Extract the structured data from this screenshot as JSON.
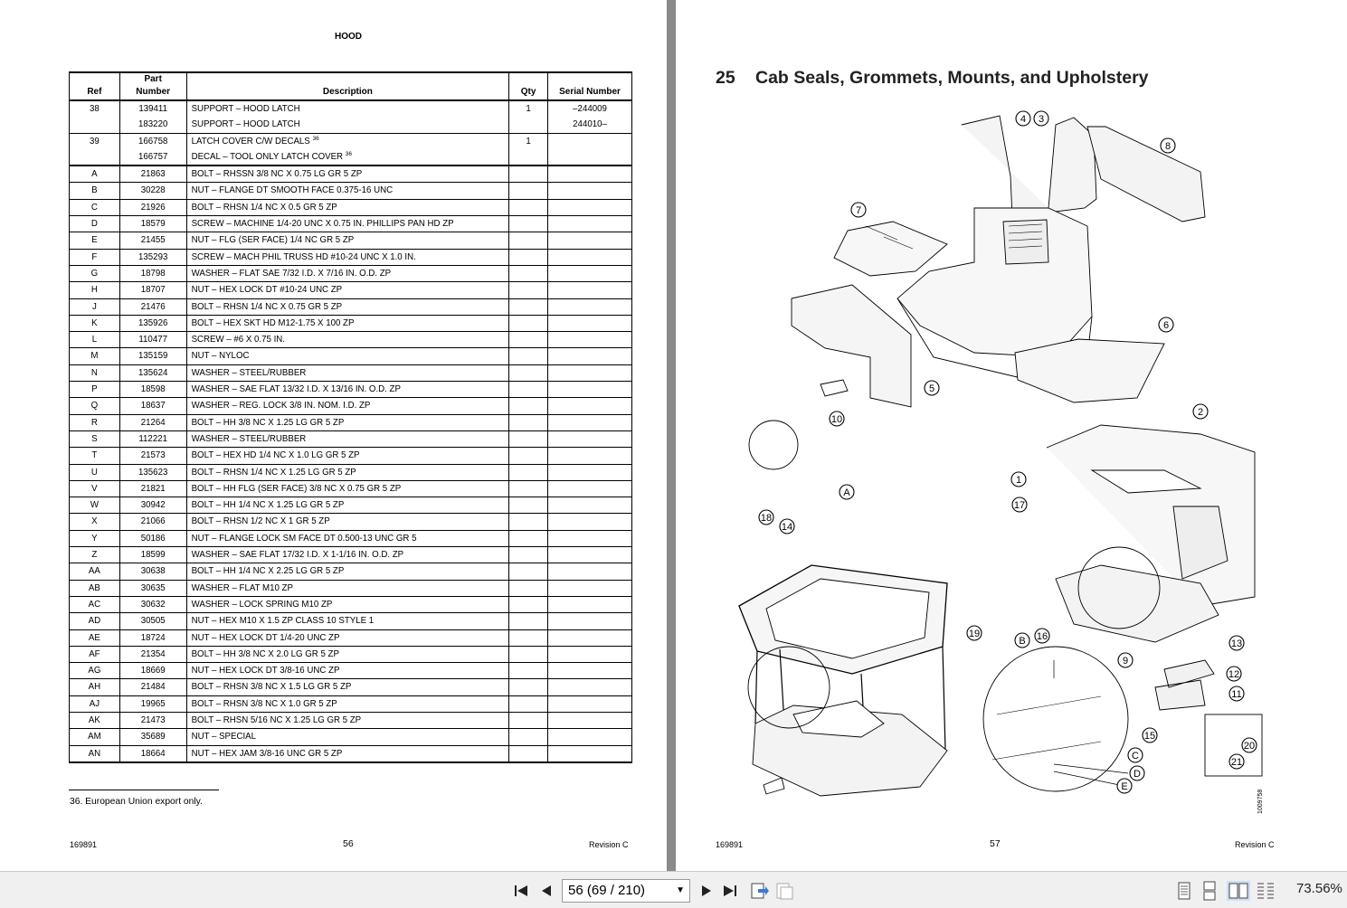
{
  "left_page": {
    "title": "HOOD",
    "headers": {
      "ref": "Ref",
      "part_line1": "Part",
      "part_line2": "Number",
      "description": "Description",
      "qty": "Qty",
      "serial": "Serial Number"
    },
    "rows": [
      {
        "ref": "38",
        "part": "139411",
        "desc": "SUPPORT – HOOD LATCH",
        "qty": "1",
        "serial": "–244009",
        "grp": true
      },
      {
        "ref": "",
        "part": "183220",
        "desc": "SUPPORT – HOOD LATCH",
        "qty": "",
        "serial": "244010–"
      },
      {
        "ref": "39",
        "part": "166758",
        "desc": "LATCH COVER C/W DECALS",
        "fn": "36",
        "qty": "1",
        "serial": "",
        "grp": true
      },
      {
        "ref": "",
        "part": "166757",
        "desc": "DECAL – TOOL ONLY LATCH COVER",
        "fn": "36",
        "qty": "",
        "serial": ""
      },
      {
        "ref": "",
        "part": "",
        "desc": "",
        "qty": "",
        "serial": "",
        "grp": true
      },
      {
        "ref": "A",
        "part": "21863",
        "desc": "BOLT – RHSSN 3/8 NC X 0.75 LG GR 5 ZP",
        "qty": "",
        "serial": "",
        "grp": true
      },
      {
        "ref": "B",
        "part": "30228",
        "desc": "NUT – FLANGE DT SMOOTH FACE 0.375-16 UNC",
        "qty": "",
        "serial": "",
        "grp": true
      },
      {
        "ref": "C",
        "part": "21926",
        "desc": "BOLT – RHSN 1/4 NC X 0.5 GR 5 ZP",
        "qty": "",
        "serial": "",
        "grp": true
      },
      {
        "ref": "D",
        "part": "18579",
        "desc": "SCREW – MACHINE 1/4-20 UNC X 0.75 IN. PHILLIPS PAN HD ZP",
        "qty": "",
        "serial": "",
        "grp": true
      },
      {
        "ref": "E",
        "part": "21455",
        "desc": "NUT – FLG (SER FACE) 1/4 NC GR 5 ZP",
        "qty": "",
        "serial": "",
        "grp": true
      },
      {
        "ref": "F",
        "part": "135293",
        "desc": "SCREW – MACH PHIL TRUSS HD #10-24 UNC X 1.0 IN.",
        "qty": "",
        "serial": "",
        "grp": true
      },
      {
        "ref": "G",
        "part": "18798",
        "desc": "WASHER – FLAT SAE 7/32 I.D. X 7/16 IN. O.D. ZP",
        "qty": "",
        "serial": "",
        "grp": true
      },
      {
        "ref": "H",
        "part": "18707",
        "desc": "NUT – HEX LOCK DT #10-24 UNC ZP",
        "qty": "",
        "serial": "",
        "grp": true
      },
      {
        "ref": "J",
        "part": "21476",
        "desc": "BOLT – RHSN 1/4 NC X 0.75 GR 5 ZP",
        "qty": "",
        "serial": "",
        "grp": true
      },
      {
        "ref": "K",
        "part": "135926",
        "desc": "BOLT – HEX SKT HD M12-1.75 X 100 ZP",
        "qty": "",
        "serial": "",
        "grp": true
      },
      {
        "ref": "L",
        "part": "110477",
        "desc": "SCREW – #6 X 0.75 IN.",
        "qty": "",
        "serial": "",
        "grp": true
      },
      {
        "ref": "M",
        "part": "135159",
        "desc": "NUT – NYLOC",
        "qty": "",
        "serial": "",
        "grp": true
      },
      {
        "ref": "N",
        "part": "135624",
        "desc": "WASHER – STEEL/RUBBER",
        "qty": "",
        "serial": "",
        "grp": true
      },
      {
        "ref": "P",
        "part": "18598",
        "desc": "WASHER – SAE FLAT 13/32 I.D. X 13/16 IN. O.D. ZP",
        "qty": "",
        "serial": "",
        "grp": true
      },
      {
        "ref": "Q",
        "part": "18637",
        "desc": "WASHER – REG. LOCK 3/8 IN. NOM. I.D. ZP",
        "qty": "",
        "serial": "",
        "grp": true
      },
      {
        "ref": "R",
        "part": "21264",
        "desc": "BOLT – HH 3/8 NC X 1.25 LG GR 5 ZP",
        "qty": "",
        "serial": "",
        "grp": true
      },
      {
        "ref": "S",
        "part": "112221",
        "desc": "WASHER – STEEL/RUBBER",
        "qty": "",
        "serial": "",
        "grp": true
      },
      {
        "ref": "T",
        "part": "21573",
        "desc": "BOLT – HEX HD 1/4 NC X 1.0 LG GR 5 ZP",
        "qty": "",
        "serial": "",
        "grp": true
      },
      {
        "ref": "U",
        "part": "135623",
        "desc": "BOLT – RHSN 1/4 NC X 1.25 LG GR 5 ZP",
        "qty": "",
        "serial": "",
        "grp": true
      },
      {
        "ref": "V",
        "part": "21821",
        "desc": "BOLT – HH FLG (SER FACE) 3/8 NC X 0.75 GR 5 ZP",
        "qty": "",
        "serial": "",
        "grp": true
      },
      {
        "ref": "W",
        "part": "30942",
        "desc": "BOLT – HH 1/4 NC X 1.25 LG GR 5 ZP",
        "qty": "",
        "serial": "",
        "grp": true
      },
      {
        "ref": "X",
        "part": "21066",
        "desc": "BOLT – RHSN 1/2 NC X 1 GR 5 ZP",
        "qty": "",
        "serial": "",
        "grp": true
      },
      {
        "ref": "Y",
        "part": "50186",
        "desc": "NUT – FLANGE LOCK SM FACE DT 0.500-13 UNC GR 5",
        "qty": "",
        "serial": "",
        "grp": true
      },
      {
        "ref": "Z",
        "part": "18599",
        "desc": "WASHER – SAE FLAT 17/32 I.D. X 1-1/16 IN. O.D. ZP",
        "qty": "",
        "serial": "",
        "grp": true
      },
      {
        "ref": "AA",
        "part": "30638",
        "desc": "BOLT – HH 1/4 NC X 2.25 LG GR 5 ZP",
        "qty": "",
        "serial": "",
        "grp": true
      },
      {
        "ref": "AB",
        "part": "30635",
        "desc": "WASHER – FLAT M10 ZP",
        "qty": "",
        "serial": "",
        "grp": true
      },
      {
        "ref": "AC",
        "part": "30632",
        "desc": "WASHER – LOCK SPRING M10 ZP",
        "qty": "",
        "serial": "",
        "grp": true
      },
      {
        "ref": "AD",
        "part": "30505",
        "desc": "NUT – HEX M10 X 1.5 ZP CLASS 10 STYLE 1",
        "qty": "",
        "serial": "",
        "grp": true
      },
      {
        "ref": "AE",
        "part": "18724",
        "desc": "NUT – HEX LOCK DT 1/4-20 UNC ZP",
        "qty": "",
        "serial": "",
        "grp": true
      },
      {
        "ref": "AF",
        "part": "21354",
        "desc": "BOLT – HH 3/8 NC X 2.0 LG GR 5 ZP",
        "qty": "",
        "serial": "",
        "grp": true
      },
      {
        "ref": "AG",
        "part": "18669",
        "desc": "NUT – HEX LOCK DT 3/8-16 UNC ZP",
        "qty": "",
        "serial": "",
        "grp": true
      },
      {
        "ref": "AH",
        "part": "21484",
        "desc": "BOLT – RHSN 3/8 NC X 1.5 LG GR 5 ZP",
        "qty": "",
        "serial": "",
        "grp": true
      },
      {
        "ref": "AJ",
        "part": "19965",
        "desc": "BOLT – RHSN 3/8 NC X 1.0 GR 5 ZP",
        "qty": "",
        "serial": "",
        "grp": true
      },
      {
        "ref": "AK",
        "part": "21473",
        "desc": "BOLT – RHSN 5/16 NC X 1.25 LG GR 5 ZP",
        "qty": "",
        "serial": "",
        "grp": true
      },
      {
        "ref": "AM",
        "part": "35689",
        "desc": "NUT – SPECIAL",
        "qty": "",
        "serial": "",
        "grp": true
      },
      {
        "ref": "AN",
        "part": "18664",
        "desc": "NUT – HEX JAM 3/8-16 UNC GR 5 ZP",
        "qty": "",
        "serial": "",
        "grp": true
      }
    ],
    "footnote": "36.   European Union export only.",
    "doc_number": "169891",
    "page_number": "56",
    "revision": "Revision  C"
  },
  "right_page": {
    "section_number": "25",
    "section_title": "Cab Seals, Grommets, Mounts, and Upholstery",
    "callouts": [
      "4",
      "3",
      "8",
      "7",
      "6",
      "5",
      "10",
      "2",
      "1",
      "17",
      "A",
      "18",
      "14",
      "19",
      "B",
      "16",
      "9",
      "13",
      "12",
      "11",
      "15",
      "C",
      "D",
      "E",
      "20",
      "21"
    ],
    "figure_id": "1009758",
    "doc_number": "169891",
    "page_number": "57",
    "revision": "Revision  C"
  },
  "toolbar": {
    "page_field": "56 (69 / 210)",
    "zoom": "73.56%",
    "icons": [
      "first-page-icon",
      "prev-page-icon",
      "next-page-icon",
      "last-page-icon",
      "back-icon",
      "forward-icon",
      "single-page-icon",
      "continuous-icon",
      "facing-icon",
      "facing-continuous-icon"
    ]
  }
}
